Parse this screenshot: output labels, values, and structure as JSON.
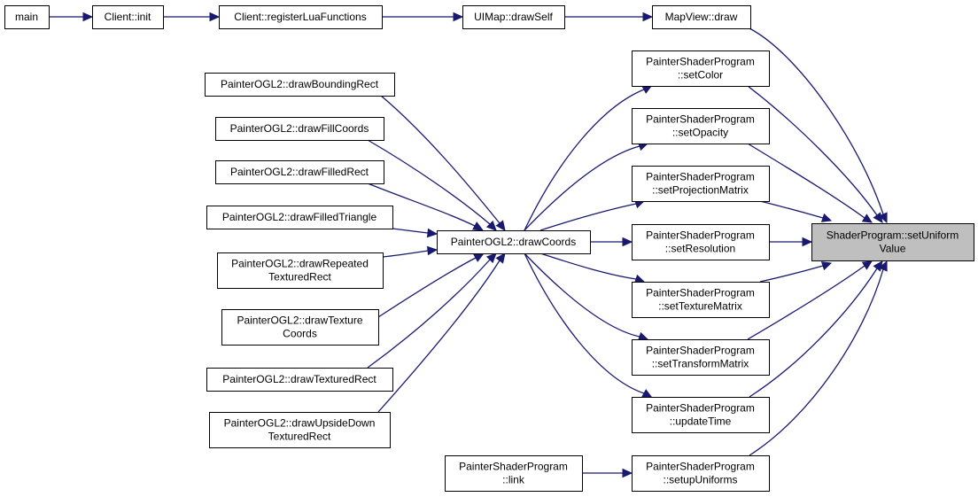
{
  "graph": {
    "focus_node": "setuniformvalue",
    "edge_color": "#191970",
    "focus_fill": "#bfbfbf",
    "nodes": [
      {
        "id": "main",
        "lines": [
          "main"
        ]
      },
      {
        "id": "client-init",
        "lines": [
          "Client::init"
        ]
      },
      {
        "id": "client-registerluafunctions",
        "lines": [
          "Client::registerLuaFunctions"
        ]
      },
      {
        "id": "uimap-drawself",
        "lines": [
          "UIMap::drawSelf"
        ]
      },
      {
        "id": "mapview-draw",
        "lines": [
          "MapView::draw"
        ]
      },
      {
        "id": "setcolor",
        "lines": [
          "PainterShaderProgram",
          "::setColor"
        ]
      },
      {
        "id": "setopacity",
        "lines": [
          "PainterShaderProgram",
          "::setOpacity"
        ]
      },
      {
        "id": "setprojectionmatrix",
        "lines": [
          "PainterShaderProgram",
          "::setProjectionMatrix"
        ]
      },
      {
        "id": "setresolution",
        "lines": [
          "PainterShaderProgram",
          "::setResolution"
        ]
      },
      {
        "id": "settexturematrix",
        "lines": [
          "PainterShaderProgram",
          "::setTextureMatrix"
        ]
      },
      {
        "id": "settransformmatrix",
        "lines": [
          "PainterShaderProgram",
          "::setTransformMatrix"
        ]
      },
      {
        "id": "updatetime",
        "lines": [
          "PainterShaderProgram",
          "::updateTime"
        ]
      },
      {
        "id": "setupuniforms",
        "lines": [
          "PainterShaderProgram",
          "::setupUniforms"
        ]
      },
      {
        "id": "link",
        "lines": [
          "PainterShaderProgram",
          "::link"
        ]
      },
      {
        "id": "drawcoords",
        "lines": [
          "PainterOGL2::drawCoords"
        ]
      },
      {
        "id": "drawboundingrect",
        "lines": [
          "PainterOGL2::drawBoundingRect"
        ]
      },
      {
        "id": "drawfillcoords",
        "lines": [
          "PainterOGL2::drawFillCoords"
        ]
      },
      {
        "id": "drawfilledrect",
        "lines": [
          "PainterOGL2::drawFilledRect"
        ]
      },
      {
        "id": "drawfilledtriangle",
        "lines": [
          "PainterOGL2::drawFilledTriangle"
        ]
      },
      {
        "id": "drawrepeatedtexturedrect",
        "lines": [
          "PainterOGL2::drawRepeated",
          "TexturedRect"
        ]
      },
      {
        "id": "drawtexturecoords",
        "lines": [
          "PainterOGL2::drawTexture",
          "Coords"
        ]
      },
      {
        "id": "drawtexturedrect",
        "lines": [
          "PainterOGL2::drawTexturedRect"
        ]
      },
      {
        "id": "drawupsidedowntexturedrect",
        "lines": [
          "PainterOGL2::drawUpsideDown",
          "TexturedRect"
        ]
      },
      {
        "id": "setuniformvalue",
        "lines": [
          "ShaderProgram::setUniform",
          "Value"
        ]
      }
    ],
    "edges": [
      {
        "from": "main",
        "to": "client-init"
      },
      {
        "from": "client-init",
        "to": "client-registerluafunctions"
      },
      {
        "from": "client-registerluafunctions",
        "to": "uimap-drawself"
      },
      {
        "from": "uimap-drawself",
        "to": "mapview-draw"
      },
      {
        "from": "mapview-draw",
        "to": "setuniformvalue"
      },
      {
        "from": "setcolor",
        "to": "setuniformvalue"
      },
      {
        "from": "setopacity",
        "to": "setuniformvalue"
      },
      {
        "from": "setprojectionmatrix",
        "to": "setuniformvalue"
      },
      {
        "from": "setresolution",
        "to": "setuniformvalue"
      },
      {
        "from": "settexturematrix",
        "to": "setuniformvalue"
      },
      {
        "from": "settransformmatrix",
        "to": "setuniformvalue"
      },
      {
        "from": "updatetime",
        "to": "setuniformvalue"
      },
      {
        "from": "setupuniforms",
        "to": "setuniformvalue"
      },
      {
        "from": "link",
        "to": "setupuniforms"
      },
      {
        "from": "drawcoords",
        "to": "setcolor"
      },
      {
        "from": "drawcoords",
        "to": "setopacity"
      },
      {
        "from": "drawcoords",
        "to": "setprojectionmatrix"
      },
      {
        "from": "drawcoords",
        "to": "setresolution"
      },
      {
        "from": "drawcoords",
        "to": "settexturematrix"
      },
      {
        "from": "drawcoords",
        "to": "settransformmatrix"
      },
      {
        "from": "drawcoords",
        "to": "updatetime"
      },
      {
        "from": "drawboundingrect",
        "to": "drawcoords"
      },
      {
        "from": "drawfillcoords",
        "to": "drawcoords"
      },
      {
        "from": "drawfilledrect",
        "to": "drawcoords"
      },
      {
        "from": "drawfilledtriangle",
        "to": "drawcoords"
      },
      {
        "from": "drawrepeatedtexturedrect",
        "to": "drawcoords"
      },
      {
        "from": "drawtexturecoords",
        "to": "drawcoords"
      },
      {
        "from": "drawtexturedrect",
        "to": "drawcoords"
      },
      {
        "from": "drawupsidedowntexturedrect",
        "to": "drawcoords"
      }
    ]
  }
}
